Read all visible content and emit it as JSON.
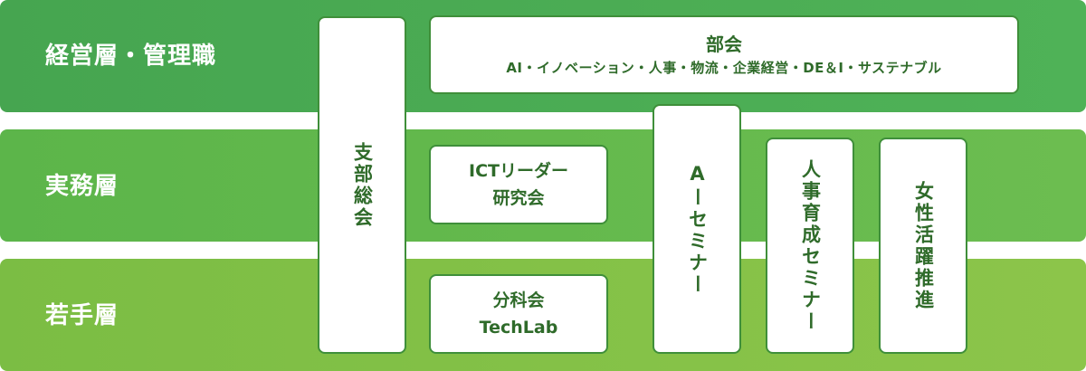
{
  "bands": {
    "top_label": "経営層・管理職",
    "middle_label": "実務層",
    "bottom_label": "若手層"
  },
  "boxes": {
    "shibu": "支部総会",
    "bukai_title": "部会",
    "bukai_topics": "AI・イノベーション・人事・物流・企業経営・DE＆I・サステナブル",
    "ict_line1": "ICTリーダー",
    "ict_line2": "研究会",
    "bunka_line1": "分科会",
    "bunka_line2": "TechLab",
    "ai_seminar": "Aーセミナー",
    "jinji_seminar": "人事育成セミナー",
    "josei": "女性活躍推進"
  },
  "colors": {
    "band_top": "#4aaa53",
    "band_middle": "#64b94d",
    "band_bottom": "#84c247",
    "box_border": "#3f8f3a",
    "box_text": "#2f6b2a"
  }
}
